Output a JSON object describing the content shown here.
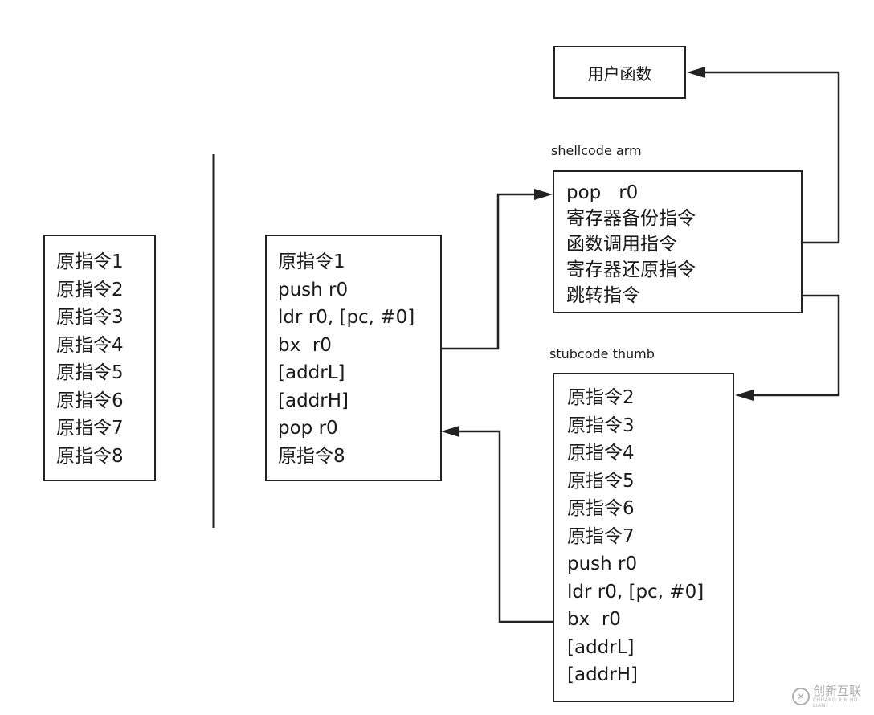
{
  "original_box": {
    "lines": [
      "原指令1",
      "原指令2",
      "原指令3",
      "原指令4",
      "原指令5",
      "原指令6",
      "原指令7",
      "原指令8"
    ]
  },
  "patched_box": {
    "lines": [
      "原指令1",
      "push r0",
      "ldr r0, [pc, #0]",
      "bx  r0",
      "[addrL]",
      "[addrH]",
      "pop r0",
      "原指令8"
    ]
  },
  "shellcode_box": {
    "title": "shellcode arm",
    "lines": [
      "pop   r0",
      "寄存器备份指令",
      "函数调用指令",
      "寄存器还原指令",
      "跳转指令"
    ]
  },
  "user_function_box": {
    "label": "用户函数"
  },
  "stubcode_box": {
    "title": "stubcode thumb",
    "lines": [
      "原指令2",
      "原指令3",
      "原指令4",
      "原指令5",
      "原指令6",
      "原指令7",
      "push r0",
      "ldr r0, [pc, #0]",
      "bx  r0",
      "[addrL]",
      "[addrH]"
    ]
  },
  "watermark": {
    "text": "创新互联",
    "subtext": "CHUANG XIN HU LIAN",
    "icon": "chuangxin-logo-icon"
  },
  "colors": {
    "stroke": "#222222",
    "background": "#ffffff",
    "watermark": "#9a9a9a"
  }
}
